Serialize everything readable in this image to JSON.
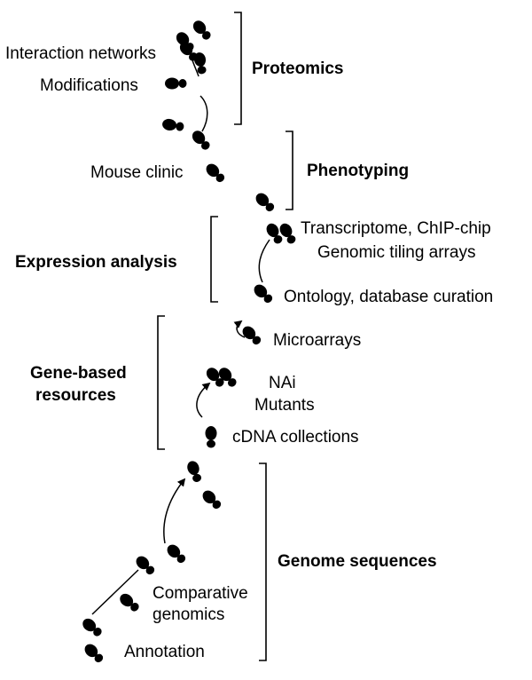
{
  "stages": [
    {
      "heading": "Proteomics",
      "items": [
        "Interaction networks",
        "Modifications"
      ]
    },
    {
      "heading": "Phenotyping",
      "items": [
        "Mouse clinic"
      ]
    },
    {
      "heading": "Expression analysis",
      "items": [
        "Transcriptome, ChIP-chip",
        "Genomic tiling arrays",
        "Ontology, database curation"
      ]
    },
    {
      "heading_lines": [
        "Gene-based",
        "resources"
      ],
      "items": [
        "Microarrays",
        "NAi",
        "Mutants",
        "cDNA collections"
      ]
    },
    {
      "heading": "Genome sequences",
      "items": [
        "Comparative",
        "genomics",
        "Annotation"
      ]
    }
  ],
  "colors": {
    "ink": "#000000",
    "background": "#ffffff"
  },
  "icons": {
    "step": "footprint-icon",
    "arrow": "curved-arrow-icon"
  }
}
